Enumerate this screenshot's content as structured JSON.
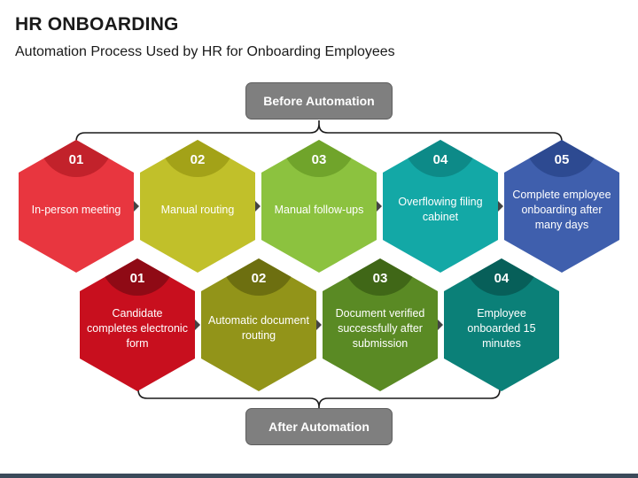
{
  "header": {
    "title": "HR ONBOARDING",
    "subtitle": "Automation Process Used by HR for Onboarding Employees"
  },
  "before": {
    "label": "Before Automation",
    "steps": [
      {
        "num": "01",
        "text": "In-person meeting",
        "color": "#e8363f",
        "dark": "#c2222b"
      },
      {
        "num": "02",
        "text": "Manual routing",
        "color": "#c1c02a",
        "dark": "#a3a218"
      },
      {
        "num": "03",
        "text": "Manual follow-ups",
        "color": "#8cc23f",
        "dark": "#70a42b"
      },
      {
        "num": "04",
        "text": "Overflowing filing cabinet",
        "color": "#13a8a6",
        "dark": "#0d8a88"
      },
      {
        "num": "05",
        "text": "Complete employee onboarding after many days",
        "color": "#3f5fad",
        "dark": "#2d4a91"
      }
    ]
  },
  "after": {
    "label": "After Automation",
    "steps": [
      {
        "num": "01",
        "text": "Candidate completes electronic form",
        "color": "#c80f1e",
        "dark": "#8f0a15"
      },
      {
        "num": "02",
        "text": "Automatic document routing",
        "color": "#929419",
        "dark": "#6d6f10"
      },
      {
        "num": "03",
        "text": "Document verified successfully after submission",
        "color": "#5a8a24",
        "dark": "#406717"
      },
      {
        "num": "04",
        "text": "Employee onboarded 15 minutes",
        "color": "#0b8078",
        "dark": "#075f59"
      }
    ]
  }
}
